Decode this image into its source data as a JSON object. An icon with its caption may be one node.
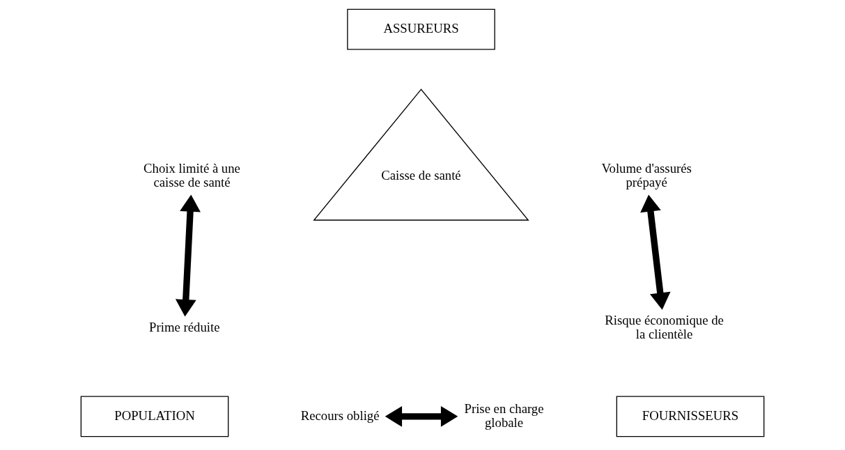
{
  "diagram": {
    "nodes": [
      {
        "text": [
          "ASSUREURS"
        ]
      },
      {
        "text": [
          "Choix limité à une caisse de santé"
        ]
      },
      {
        "text": [
          "Volume d'assurés prépayé"
        ]
      },
      {
        "text": [
          "Caisse de santé"
        ]
      },
      {
        "text": [
          "Prime réduite"
        ]
      },
      {
        "text": [
          "Risque économique de la clientèle"
        ]
      },
      {
        "text": [
          "POPULATION"
        ]
      },
      {
        "text": [
          "Recours obligé"
        ]
      },
      {
        "text": [
          "Prise en charge globale"
        ]
      },
      {
        "text": [
          "FOURNISSEURS"
        ]
      }
    ],
    "edges": [
      {
        "from": 1,
        "to": 4,
        "arrow": "both"
      },
      {
        "from": 2,
        "to": 5,
        "arrow": "both"
      },
      {
        "from": 7,
        "to": 8,
        "arrow": "both"
      }
    ]
  }
}
